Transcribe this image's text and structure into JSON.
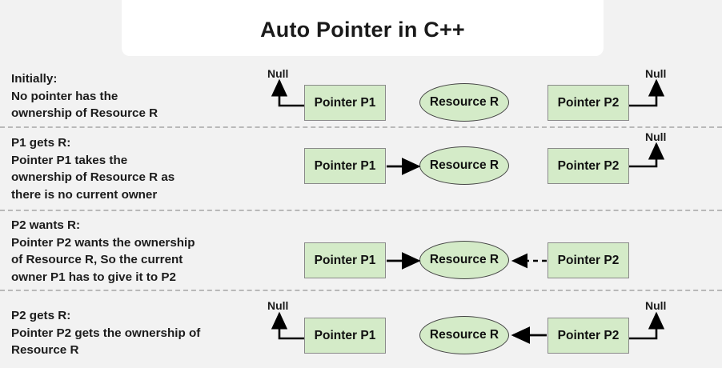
{
  "banner": {
    "title": "Auto Pointer in C++"
  },
  "labels": {
    "pointer_p1": "Pointer P1",
    "pointer_p2": "Pointer P2",
    "resource_r": "Resource R",
    "null": "Null"
  },
  "colors": {
    "page_background": "#f2f2f2",
    "banner_background": "#ffffff",
    "node_fill": "#d4ebc8",
    "box_border": "#8a8a8a",
    "ellipse_border": "#444444",
    "arrow": "#000000",
    "divider": "#b9b9b9",
    "text": "#1b1b1b"
  },
  "rows": [
    {
      "id": "initially",
      "heading": "Initially:",
      "body": "No pointer has the\nownership of Resource R",
      "text": "Initially:\nNo pointer has the\nownership of Resource R",
      "p1_null": true,
      "p2_null": true,
      "p1_to_r": "none",
      "p2_to_r": "none"
    },
    {
      "id": "p1-gets-r",
      "heading": "P1 gets R:",
      "body": "Pointer P1 takes the\nownership of Resource R as\nthere is no current owner",
      "text": "P1 gets R:\nPointer P1 takes the\nownership of Resource R as\nthere is no current owner",
      "p1_null": false,
      "p2_null": true,
      "p1_to_r": "solid",
      "p2_to_r": "none"
    },
    {
      "id": "p2-wants-r",
      "heading": "P2 wants R:",
      "body": "Pointer P2 wants the ownership\nof Resource R, So the current\nowner P1 has to give it to P2",
      "text": "P2 wants R:\nPointer P2 wants the ownership\nof Resource R, So the current\nowner P1 has to give it to P2",
      "p1_null": false,
      "p2_null": false,
      "p1_to_r": "solid",
      "p2_to_r": "dashed"
    },
    {
      "id": "p2-gets-r",
      "heading": "P2 gets R:",
      "body": "Pointer P2 gets the ownership of\nResource R",
      "text": "P2 gets R:\nPointer P2 gets the ownership of\nResource R",
      "p1_null": true,
      "p2_null": false,
      "p1_to_r": "none",
      "p2_to_r": "solid"
    }
  ],
  "dividers_y": [
    158,
    262,
    362
  ]
}
